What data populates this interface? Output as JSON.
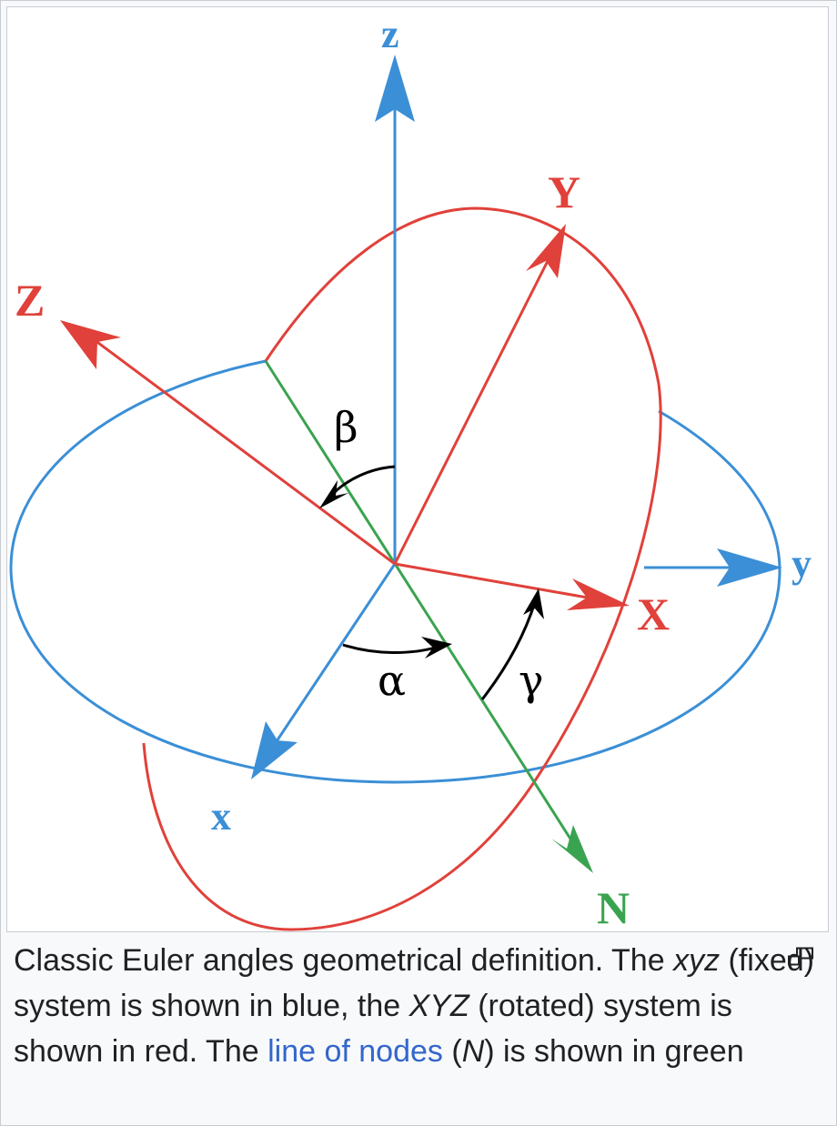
{
  "diagram": {
    "labels": {
      "z": "z",
      "y": "y",
      "x": "x",
      "Z": "Z",
      "Y": "Y",
      "X": "X",
      "N": "N",
      "alpha": "α",
      "beta": "β",
      "gamma": "γ"
    },
    "colors": {
      "fixed": "#3b8fd6",
      "rotated": "#e0413a",
      "nodes": "#3aa34f",
      "angle": "#000000"
    }
  },
  "caption": {
    "part1": "Classic Euler angles geometrical definition. The ",
    "xyz": "xyz",
    "part2": " (fixed) system is shown in blue, the ",
    "XYZ": "XYZ",
    "part3": " (rotated) system is shown in red. The ",
    "link": "line of nodes",
    "part4": " (",
    "N": "N",
    "part5": ") is shown in green"
  },
  "icons": {
    "enlarge": "magnify-clip-icon"
  }
}
